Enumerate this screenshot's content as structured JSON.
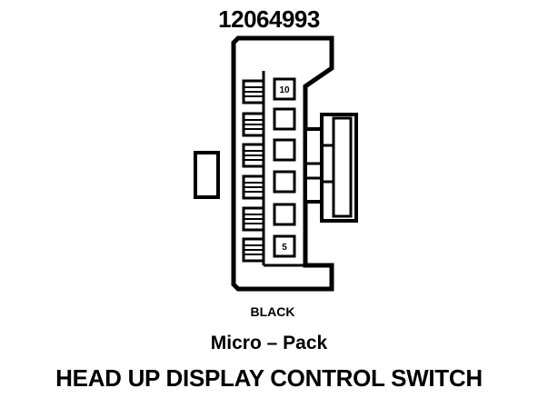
{
  "diagram": {
    "part_number": "12064993",
    "color": "BLACK",
    "connector_family": "Micro – Pack",
    "component_name": "HEAD UP DISPLAY CONTROL SWITCH",
    "cavity_labels": {
      "top": "10",
      "bottom": "5"
    }
  }
}
